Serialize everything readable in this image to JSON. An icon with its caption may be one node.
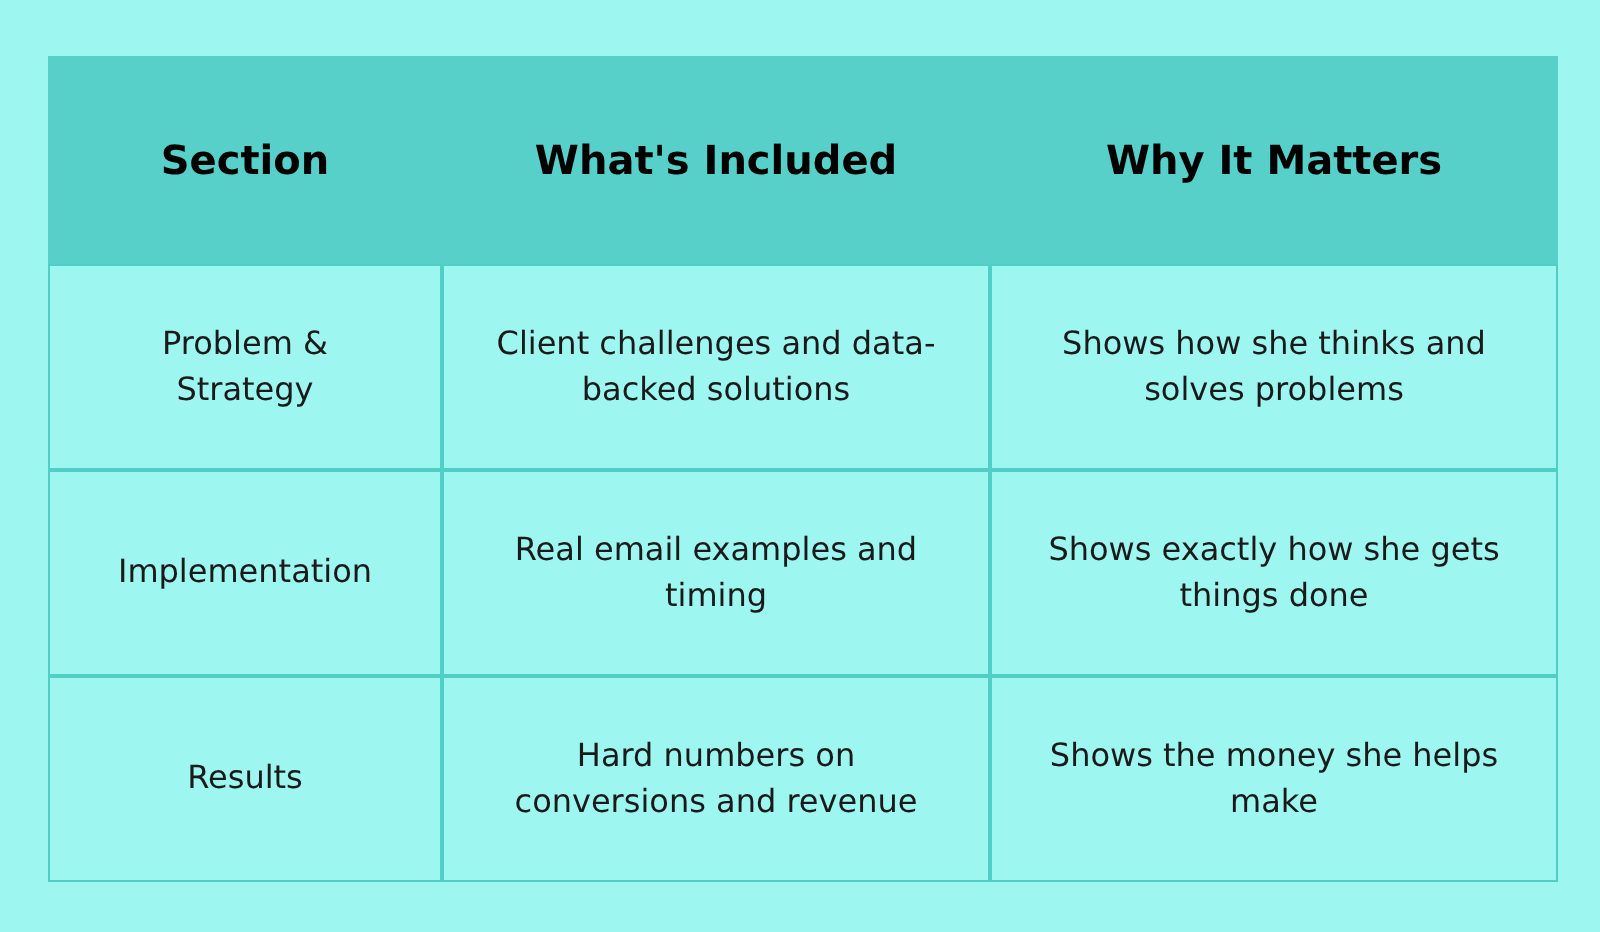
{
  "diagram": {
    "labels": [
      "Section",
      "What's Included",
      "Why It Matters",
      "Problem & Strategy",
      "Client challenges and data-backed solutions",
      "Shows how she thinks and solves problems",
      "Implementation",
      "Real email examples and timing",
      "Shows exactly how she gets things done",
      "Results",
      "Hard numbers on conversions and revenue",
      "Shows the money she helps make"
    ]
  }
}
